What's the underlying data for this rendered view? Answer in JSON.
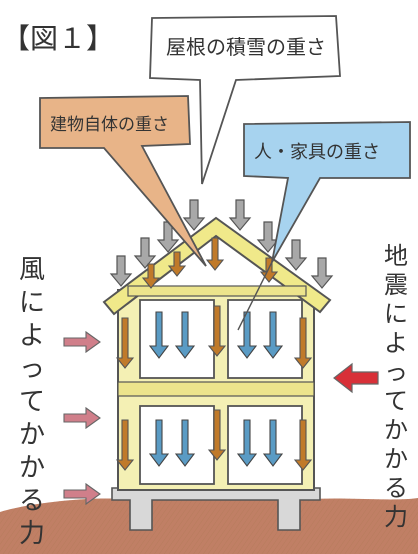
{
  "figure_label": "【図１】",
  "callouts": {
    "snow": "屋根の積雪の重さ",
    "building": "建物自体の重さ",
    "people": "人・家具の重さ"
  },
  "side_labels": {
    "wind": [
      "風",
      "に",
      "よ",
      "っ",
      "て",
      "か",
      "か",
      "る",
      "力"
    ],
    "earthquake": [
      "地",
      "震",
      "に",
      "よ",
      "っ",
      "て",
      "か",
      "か",
      "る",
      "力"
    ]
  },
  "colors": {
    "roof_arrow": "#9a9a9a",
    "building_arrow": "#b86a1f",
    "people_arrow": "#4f8fb8",
    "wind_arrow": "#c9747f",
    "quake_arrow": "#d0303a",
    "wall": "#f3efb0",
    "ground": "#a85a3c"
  }
}
